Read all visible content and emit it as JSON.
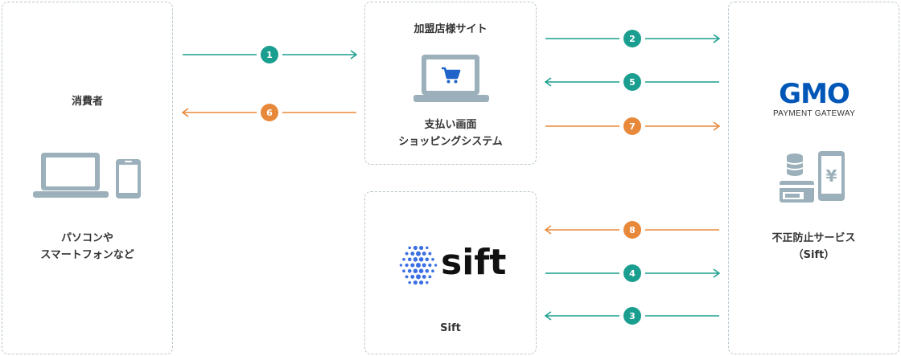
{
  "consumer": {
    "title": "消費者",
    "caption_lines": [
      "パソコンや",
      "スマートフォンなど"
    ]
  },
  "merchant": {
    "title": "加盟店様サイト",
    "caption_lines": [
      "支払い画面",
      "ショッピングシステム"
    ]
  },
  "sift_box": {
    "logo_text": "sift",
    "caption": "Sift"
  },
  "gmo": {
    "logo_main": "GMO",
    "logo_sub": "PAYMENT GATEWAY",
    "caption_lines": [
      "不正防止サービス",
      "（Sift）"
    ]
  },
  "steps": [
    {
      "number": "1",
      "color": "#1a9e8f"
    },
    {
      "number": "2",
      "color": "#1a9e8f"
    },
    {
      "number": "3",
      "color": "#1a9e8f"
    },
    {
      "number": "4",
      "color": "#1a9e8f"
    },
    {
      "number": "5",
      "color": "#1a9e8f"
    },
    {
      "number": "6",
      "color": "#e8883a"
    },
    {
      "number": "7",
      "color": "#e8883a"
    },
    {
      "number": "8",
      "color": "#e8883a"
    }
  ],
  "colors": {
    "teal": "#1a9e8f",
    "orange": "#e8883a",
    "icon_gray": "#9bb0ba",
    "cart_blue": "#1f63c9",
    "gmo_blue": "#0057b7",
    "sift_blue": "#3b6fe3"
  },
  "icons": [
    "laptop-icon",
    "smartphone-icon",
    "laptop-cart-icon",
    "coin-stack-icon",
    "card-icon",
    "yen-phone-icon",
    "sift-dots-logo"
  ]
}
